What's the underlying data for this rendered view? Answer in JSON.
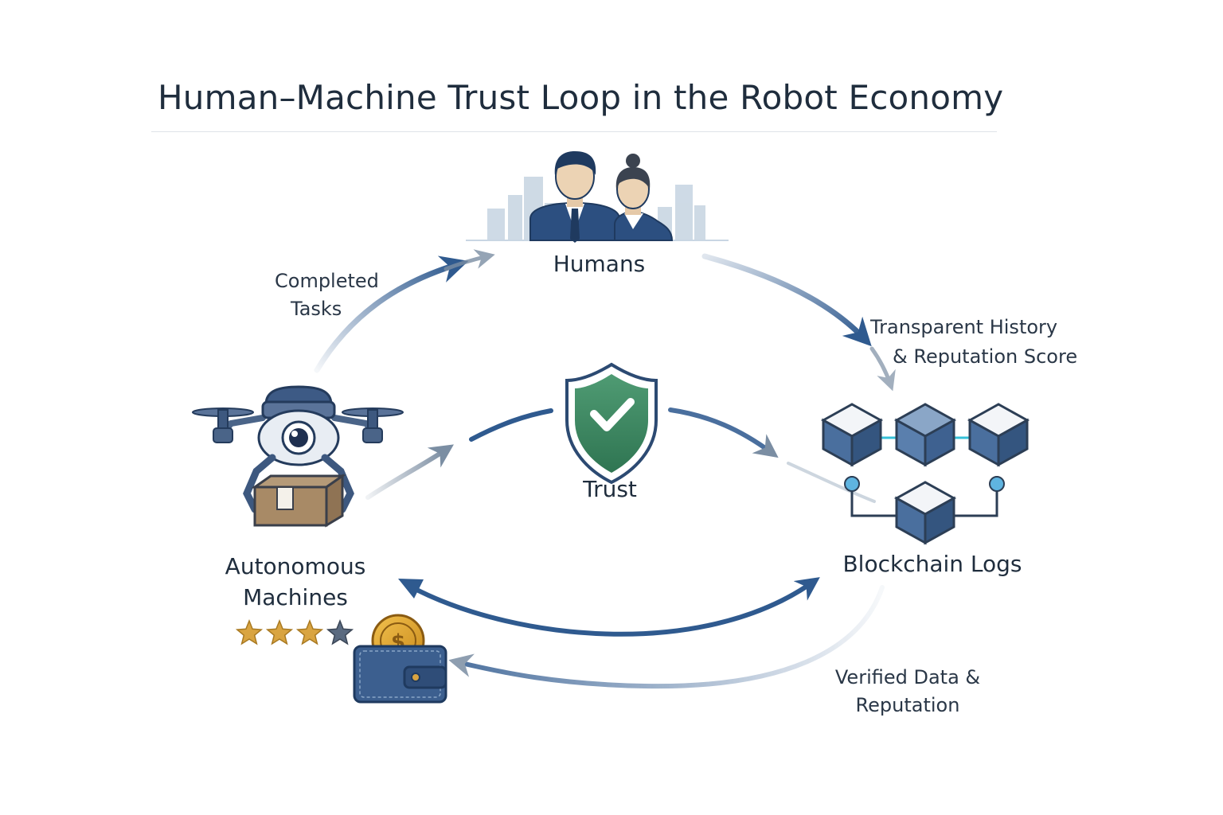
{
  "title": "Human–Machine Trust Loop in the Robot Economy",
  "nodes": {
    "humans": "Humans",
    "trust": "Trust",
    "machines": [
      "Autonomous",
      "Machines"
    ],
    "blockchain": "Blockchain Logs"
  },
  "edges": {
    "completed_tasks": [
      "Completed",
      "Tasks"
    ],
    "transparent_history": [
      "Transparent History",
      "& Reputation Score"
    ],
    "verified_data": [
      "Verified Data &",
      "Reputation"
    ]
  },
  "rating": {
    "filled": 3,
    "total": 4
  },
  "icons": [
    "people-icon",
    "city-skyline-icon",
    "shield-check-icon",
    "drone-robot-icon",
    "package-icon",
    "blockchain-cubes-icon",
    "wallet-coin-icon",
    "star-icon"
  ],
  "colors": {
    "text": "#1f2d3d",
    "arrow": "#2f5a8f",
    "shield": "#3f8a63",
    "cube": "#4a6f9e",
    "star": "#d9a441",
    "coin": "#e0a62c"
  }
}
